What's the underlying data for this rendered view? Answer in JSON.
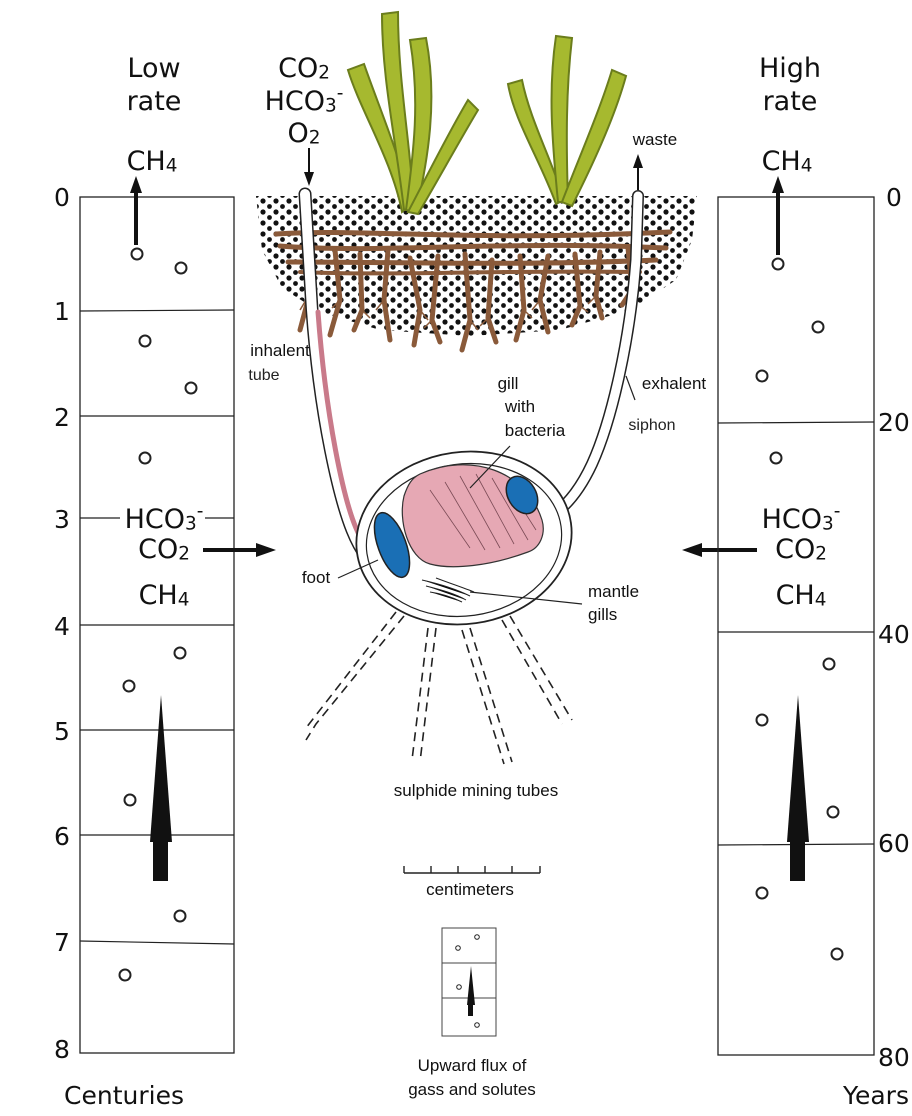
{
  "left_column": {
    "header": [
      "Low",
      "rate"
    ],
    "gas": "CH4",
    "inflow": [
      "HCO3-",
      "CO2",
      "CH4"
    ],
    "axis_ticks": [
      "0",
      "1",
      "2",
      "3",
      "4",
      "5",
      "6",
      "7",
      "8"
    ],
    "axis_unit": "Centuries"
  },
  "right_column": {
    "header": [
      "High",
      "rate"
    ],
    "gas": "CH4",
    "inflow": [
      "HCO3-",
      "CO2",
      "CH4"
    ],
    "axis_ticks": [
      "0",
      "20",
      "40",
      "60",
      "80"
    ],
    "axis_unit": "Years"
  },
  "center": {
    "inputs": [
      "CO2",
      "HCO3-",
      "O2"
    ],
    "waste": "waste",
    "inhalent": [
      "inhalent",
      "tube"
    ],
    "exhalent": "exhalent",
    "siphon": "siphon",
    "gill": [
      "gill",
      "with",
      "bacteria"
    ],
    "foot": "foot",
    "mantle": [
      "mantle",
      "gills"
    ],
    "tubes": "sulphide mining tubes",
    "scale": "centimeters",
    "legend": [
      "Upward flux of",
      "gass and solutes"
    ]
  },
  "colors": {
    "grass": "#a6b92f",
    "root": "#8a5a3a",
    "gill": "#e6a8b4",
    "foot": "#1a6fb5",
    "tube": "#c97a8a"
  }
}
